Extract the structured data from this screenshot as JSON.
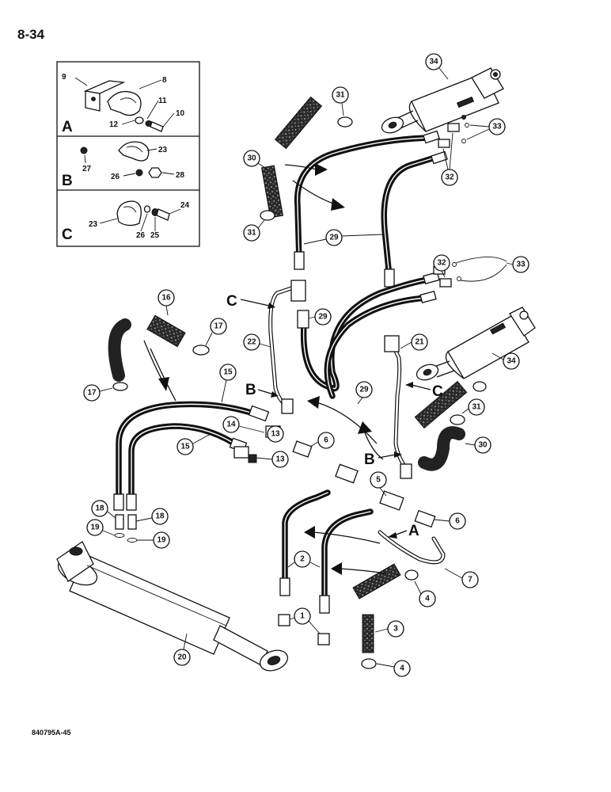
{
  "page_number": "8-34",
  "figure_code": "840795A-45",
  "inset_panels": [
    {
      "letter": "A",
      "callouts": [
        "9",
        "8",
        "11",
        "10",
        "12"
      ]
    },
    {
      "letter": "B",
      "callouts": [
        "23",
        "27",
        "26",
        "28"
      ]
    },
    {
      "letter": "C",
      "callouts": [
        "24",
        "23",
        "26",
        "25"
      ]
    }
  ],
  "view_letters": {
    "A": "A",
    "B": "B",
    "C": "C"
  },
  "callouts": {
    "c1": "1",
    "c2": "2",
    "c3": "3",
    "c4a": "4",
    "c4b": "4",
    "c5": "5",
    "c6a": "6",
    "c6b": "6",
    "c7": "7",
    "c13a": "13",
    "c13b": "13",
    "c14": "14",
    "c15a": "15",
    "c15b": "15",
    "c16": "16",
    "c17a": "17",
    "c17b": "17",
    "c18a": "18",
    "c18b": "18",
    "c19a": "19",
    "c19b": "19",
    "c20": "20",
    "c21": "21",
    "c22": "22",
    "c29a": "29",
    "c29b": "29",
    "c29c": "29",
    "c30a": "30",
    "c30b": "30",
    "c31a": "31",
    "c31b": "31",
    "c31c": "31",
    "c32a": "32",
    "c32b": "32",
    "c33a": "33",
    "c33b": "33",
    "c34a": "34",
    "c34b": "34"
  }
}
